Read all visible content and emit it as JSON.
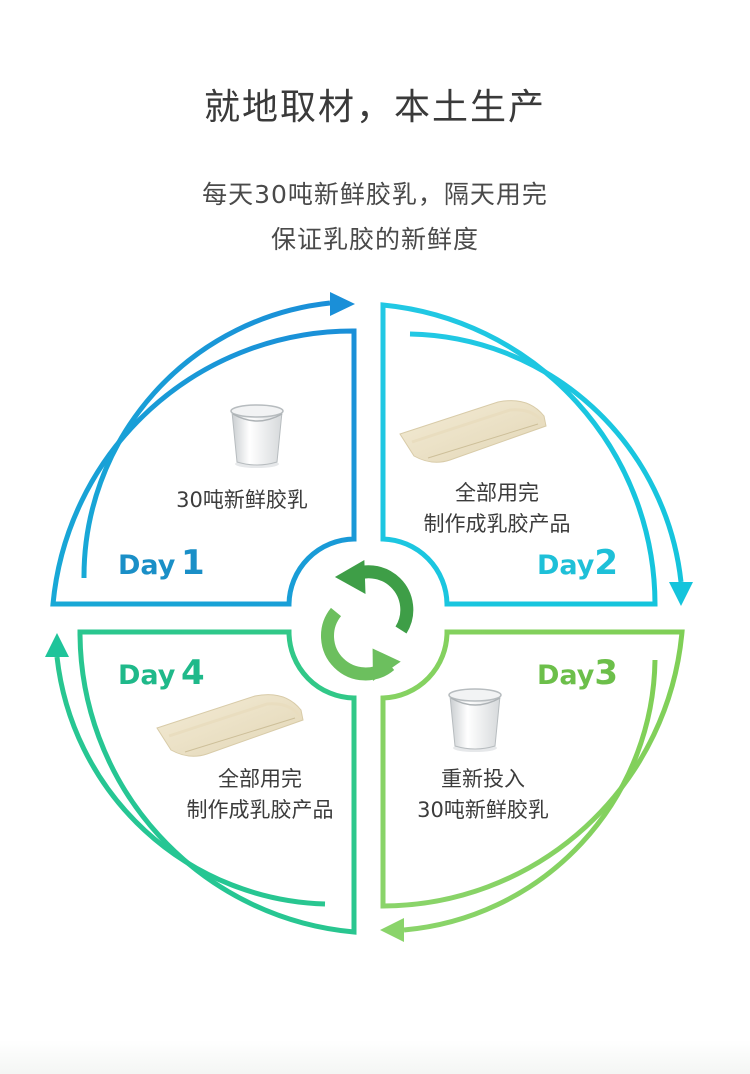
{
  "title": "就地取材，本土生产",
  "subtitle_lines": [
    "每天30吨新鲜胶乳，隔天用完",
    "保证乳胶的新鲜度"
  ],
  "colors": {
    "day1": "#1ea0d8",
    "day2": "#1ec6e0",
    "day3": "#7cc95c",
    "day4": "#2cc68e",
    "center_icon": "#4caf50"
  },
  "steps": [
    {
      "word": "Day",
      "num": "1",
      "lines": [
        "30吨新鲜胶乳"
      ],
      "icon": "bucket-icon"
    },
    {
      "word": "Day",
      "num": "2",
      "lines": [
        "全部用完",
        "制作成乳胶产品"
      ],
      "icon": "latex-sheet-icon"
    },
    {
      "word": "Day",
      "num": "3",
      "lines": [
        "重新投入",
        "30吨新鲜胶乳"
      ],
      "icon": "bucket-icon"
    },
    {
      "word": "Day",
      "num": "4",
      "lines": [
        "全部用完",
        "制作成乳胶产品"
      ],
      "icon": "latex-sheet-icon"
    }
  ],
  "center_icon": "refresh-cycle-icon"
}
